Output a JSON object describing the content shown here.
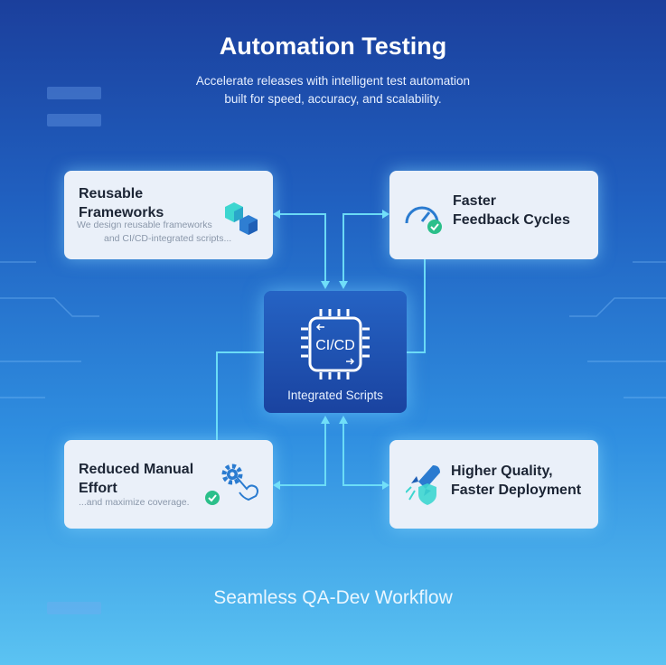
{
  "header": {
    "title": "Automation Testing",
    "subtitle_line1": "Accelerate releases with intelligent test automation",
    "subtitle_line2": "built for speed, accuracy, and scalability."
  },
  "center": {
    "chip_label": "CI/CD",
    "label": "Integrated Scripts"
  },
  "cards": [
    {
      "title_line1": "Reusable",
      "title_line2": "Frameworks",
      "desc_line1": "We design reusable frameworks",
      "desc_line2": "and CI/CD-integrated scripts...",
      "icon": "cubes-icon"
    },
    {
      "title_line1": "Faster",
      "title_line2": "Feedback Cycles",
      "icon": "speedometer-check-icon"
    },
    {
      "title_line1": "Reduced Manual",
      "title_line2": "Effort",
      "desc_line1": "...and maximize coverage.",
      "icon": "gear-hand-icon"
    },
    {
      "title_line1": "Higher Quality,",
      "title_line2": "Faster Deployment",
      "icon": "rocket-shield-icon"
    }
  ],
  "footer": {
    "text": "Seamless QA-Dev Workflow"
  },
  "colors": {
    "accent": "#5fd8f5",
    "check": "#2bbf8a",
    "card": "#eaf0f9"
  }
}
